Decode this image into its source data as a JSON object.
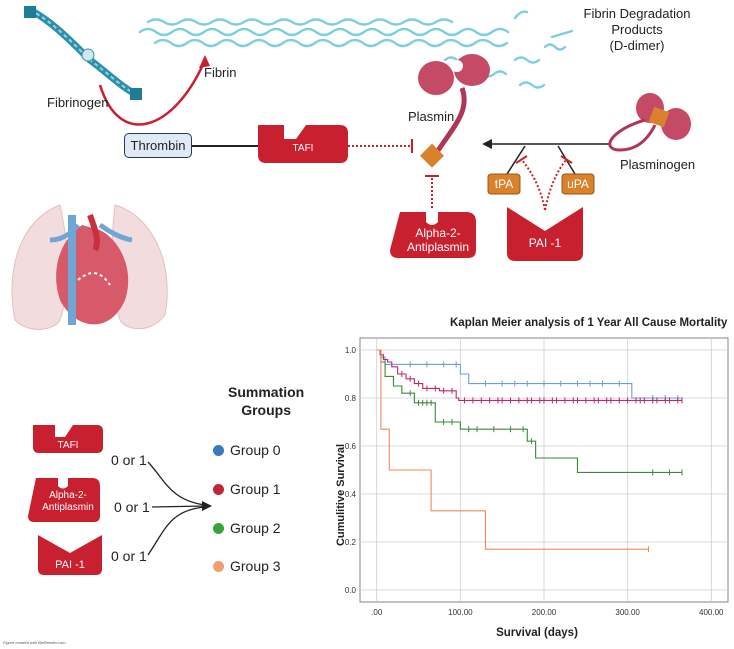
{
  "diagram": {
    "labels": {
      "fibrin_degradation": [
        "Fibrin Degradation",
        "Products",
        "(D-dimer)"
      ],
      "fibrin": "Fibrin",
      "fibrinogen": "Fibrinogen",
      "plasmin": "Plasmin",
      "plasminogen": "Plasminogen",
      "thrombin": "Thrombin",
      "tafi": "TAFI",
      "alpha2_antiplasmin": [
        "Alpha-2-",
        "Antiplasmin"
      ],
      "tpa": "tPA",
      "upa": "uPA",
      "pai1": "PAI -1"
    }
  },
  "summation": {
    "title_line1": "Summation",
    "title_line2": "Groups",
    "inputs": [
      {
        "label_lines": [
          "TAFI"
        ],
        "value": "0 or 1"
      },
      {
        "label_lines": [
          "Alpha-2-",
          "Antiplasmin"
        ],
        "value": "0 or 1"
      },
      {
        "label_lines": [
          "PAI -1"
        ],
        "value": "0 or 1"
      }
    ],
    "groups": [
      {
        "label": "Group 0",
        "color": "#3a78c4"
      },
      {
        "label": "Group 1",
        "color": "#c0263b"
      },
      {
        "label": "Group 2",
        "color": "#3aa33c"
      },
      {
        "label": "Group 3",
        "color": "#f0a070"
      }
    ]
  },
  "colors": {
    "protein_red": "#c8202f",
    "plasmin_pink": "#c44a66",
    "orange_box": "#d9822b",
    "fibrin_blue": "#7dcfe0"
  },
  "chart_data": {
    "type": "line",
    "title": "Kaplan Meier analysis of 1 Year All Cause Mortality",
    "xlabel": "Survival (days)",
    "ylabel": "Cumulitive Survival",
    "xlim": [
      -20,
      420
    ],
    "ylim": [
      -0.05,
      1.05
    ],
    "x_ticks": [
      ".00",
      "100.00",
      "200.00",
      "300.00",
      "400.00"
    ],
    "x_tick_values": [
      0,
      100,
      200,
      300,
      400
    ],
    "y_ticks": [
      "0.0",
      "0.2",
      "0.4",
      "0.6",
      "0.8",
      "1.0"
    ],
    "y_tick_values": [
      0.0,
      0.2,
      0.4,
      0.6,
      0.8,
      1.0
    ],
    "grid": true,
    "series": [
      {
        "group": "Group 0",
        "color": "#6a9fd8",
        "steps": [
          [
            0,
            1.0
          ],
          [
            5,
            0.97
          ],
          [
            10,
            0.94
          ],
          [
            100,
            0.9
          ],
          [
            110,
            0.86
          ],
          [
            305,
            0.8
          ],
          [
            365,
            0.8
          ]
        ],
        "censored": [
          40,
          60,
          80,
          95,
          130,
          150,
          165,
          180,
          200,
          220,
          240,
          255,
          270,
          290,
          330,
          345,
          360
        ]
      },
      {
        "group": "Group 1",
        "color": "#c0266a",
        "steps": [
          [
            0,
            1.0
          ],
          [
            4,
            0.98
          ],
          [
            8,
            0.96
          ],
          [
            13,
            0.95
          ],
          [
            18,
            0.93
          ],
          [
            25,
            0.9
          ],
          [
            35,
            0.88
          ],
          [
            45,
            0.86
          ],
          [
            55,
            0.84
          ],
          [
            75,
            0.83
          ],
          [
            95,
            0.8
          ],
          [
            98,
            0.79
          ],
          [
            365,
            0.79
          ]
        ],
        "censored": [
          30,
          40,
          50,
          60,
          70,
          80,
          90,
          105,
          115,
          125,
          135,
          145,
          150,
          160,
          170,
          180,
          185,
          195,
          200,
          210,
          215,
          225,
          235,
          240,
          250,
          260,
          265,
          275,
          280,
          290,
          300,
          310,
          315,
          320,
          330,
          335,
          345,
          350,
          360,
          365
        ]
      },
      {
        "group": "Group 2",
        "color": "#3a8a3a",
        "steps": [
          [
            0,
            1.0
          ],
          [
            5,
            0.95
          ],
          [
            10,
            0.89
          ],
          [
            20,
            0.85
          ],
          [
            30,
            0.82
          ],
          [
            45,
            0.78
          ],
          [
            70,
            0.7
          ],
          [
            100,
            0.67
          ],
          [
            180,
            0.62
          ],
          [
            190,
            0.55
          ],
          [
            240,
            0.49
          ],
          [
            365,
            0.49
          ]
        ],
        "censored": [
          40,
          50,
          55,
          60,
          65,
          80,
          90,
          110,
          120,
          140,
          160,
          175,
          185,
          330,
          350,
          365
        ]
      },
      {
        "group": "Group 3",
        "color": "#f08a5a",
        "steps": [
          [
            0,
            1.0
          ],
          [
            5,
            0.67
          ],
          [
            15,
            0.5
          ],
          [
            65,
            0.33
          ],
          [
            130,
            0.17
          ],
          [
            325,
            0.17
          ]
        ],
        "censored": [
          325
        ]
      }
    ]
  },
  "footer": "Figure created with BioRender.com"
}
